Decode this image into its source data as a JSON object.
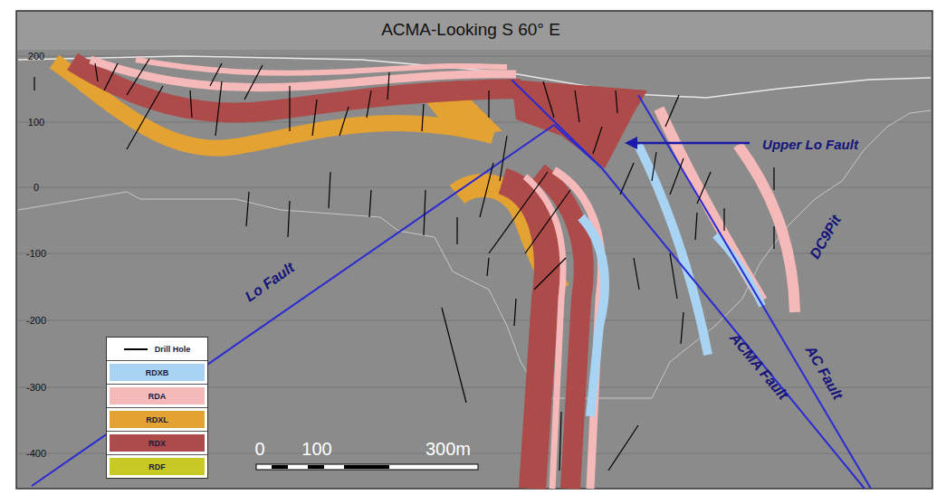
{
  "diagram": {
    "title": "ACMA-Looking S 60° E",
    "labels": [
      "Upper Lo Fault",
      "DC9Pit",
      "Lo Fault",
      "ACMA Fault",
      "AC Fault",
      "200",
      "100",
      "0",
      "-100",
      "-200",
      "-300",
      "-400",
      "0",
      "100",
      "300m"
    ],
    "legend": [
      {
        "text": "Drill Hole"
      },
      {
        "text": "RDXB",
        "color": "#a9d3f2"
      },
      {
        "text": "RDA",
        "color": "#f6b9b9"
      },
      {
        "text": "RDXL",
        "color": "#e4a232"
      },
      {
        "text": "RDX",
        "color": "#ad4a4a"
      },
      {
        "text": "RDF",
        "color": "#c9c926"
      }
    ]
  }
}
